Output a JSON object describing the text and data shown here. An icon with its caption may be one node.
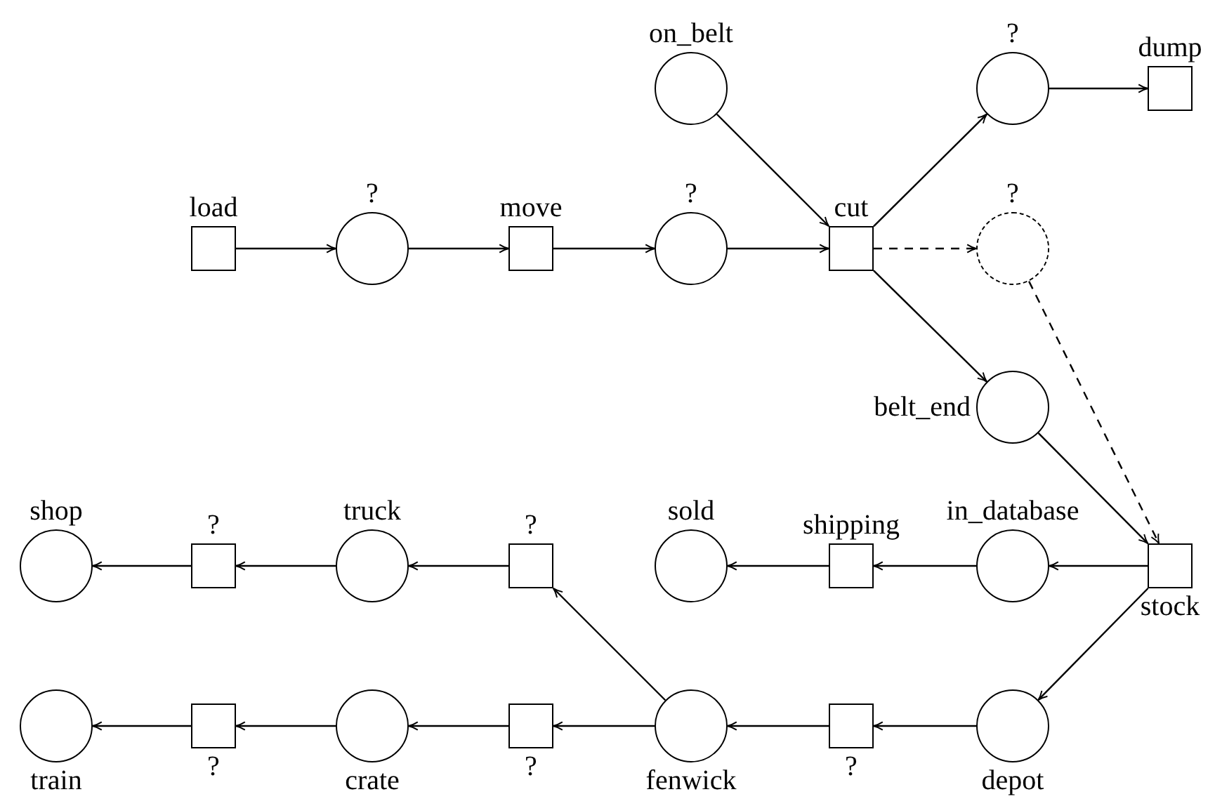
{
  "diagram": {
    "nodes": [
      {
        "text": [],
        "shape": "circle",
        "beside": [
          "on_belt"
        ]
      },
      {
        "text": [],
        "shape": "circle",
        "beside": [
          "?"
        ]
      },
      {
        "text": [],
        "shape": "box",
        "beside": [
          "dump"
        ]
      },
      {
        "text": [],
        "shape": "box",
        "beside": [
          "load"
        ]
      },
      {
        "text": [],
        "shape": "circle",
        "beside": [
          "?"
        ]
      },
      {
        "text": [],
        "shape": "box",
        "beside": [
          "move"
        ]
      },
      {
        "text": [],
        "shape": "circle",
        "beside": [
          "?"
        ]
      },
      {
        "text": [],
        "shape": "box",
        "beside": [
          "cut"
        ]
      },
      {
        "text": [],
        "shape": "circle",
        "beside": [
          "?"
        ]
      },
      {
        "text": [],
        "shape": "circle",
        "beside": [
          "belt_end"
        ]
      },
      {
        "text": [],
        "shape": "circle",
        "beside": [
          "shop"
        ]
      },
      {
        "text": [],
        "shape": "box",
        "beside": [
          "?"
        ]
      },
      {
        "text": [],
        "shape": "circle",
        "beside": [
          "truck"
        ]
      },
      {
        "text": [],
        "shape": "box",
        "beside": [
          "?"
        ]
      },
      {
        "text": [],
        "shape": "circle",
        "beside": [
          "sold"
        ]
      },
      {
        "text": [],
        "shape": "box",
        "beside": [
          "shipping"
        ]
      },
      {
        "text": [],
        "shape": "circle",
        "beside": [
          "in_database"
        ]
      },
      {
        "text": [],
        "shape": "box",
        "beside": [
          "stock"
        ]
      },
      {
        "text": [],
        "shape": "circle",
        "beside": [
          "train"
        ]
      },
      {
        "text": [],
        "shape": "box",
        "beside": [
          "?"
        ]
      },
      {
        "text": [],
        "shape": "circle",
        "beside": [
          "crate"
        ]
      },
      {
        "text": [],
        "shape": "box",
        "beside": [
          "?"
        ]
      },
      {
        "text": [],
        "shape": "circle",
        "beside": [
          "fenwick"
        ]
      },
      {
        "text": [],
        "shape": "box",
        "beside": [
          "?"
        ]
      },
      {
        "text": [],
        "shape": "circle",
        "beside": [
          "depot"
        ]
      }
    ],
    "edges": [
      {
        "from": 3,
        "to": 4,
        "arrow": "to"
      },
      {
        "from": 4,
        "to": 5,
        "arrow": "to"
      },
      {
        "from": 5,
        "to": 6,
        "arrow": "to"
      },
      {
        "from": 6,
        "to": 7,
        "arrow": "to"
      },
      {
        "from": 0,
        "to": 7,
        "arrow": "to"
      },
      {
        "from": 7,
        "to": 1,
        "arrow": "to"
      },
      {
        "from": 1,
        "to": 2,
        "arrow": "to"
      },
      {
        "from": 7,
        "to": 8,
        "arrow": "to",
        "style": "dashed"
      },
      {
        "from": 7,
        "to": 9,
        "arrow": "to"
      },
      {
        "from": 9,
        "to": 17,
        "arrow": "to"
      },
      {
        "from": 8,
        "to": 17,
        "arrow": "to",
        "style": "dashed"
      },
      {
        "from": 17,
        "to": 16,
        "arrow": "to"
      },
      {
        "from": 16,
        "to": 15,
        "arrow": "to"
      },
      {
        "from": 15,
        "to": 14,
        "arrow": "to"
      },
      {
        "from": 17,
        "to": 24,
        "arrow": "to"
      },
      {
        "from": 24,
        "to": 23,
        "arrow": "to"
      },
      {
        "from": 23,
        "to": 22,
        "arrow": "to"
      },
      {
        "from": 22,
        "to": 21,
        "arrow": "to"
      },
      {
        "from": 21,
        "to": 20,
        "arrow": "to"
      },
      {
        "from": 20,
        "to": 19,
        "arrow": "to"
      },
      {
        "from": 19,
        "to": 18,
        "arrow": "to"
      },
      {
        "from": 22,
        "to": 13,
        "arrow": "to"
      },
      {
        "from": 13,
        "to": 12,
        "arrow": "to"
      },
      {
        "from": 12,
        "to": 11,
        "arrow": "to"
      },
      {
        "from": 11,
        "to": 10,
        "arrow": "to"
      }
    ]
  }
}
